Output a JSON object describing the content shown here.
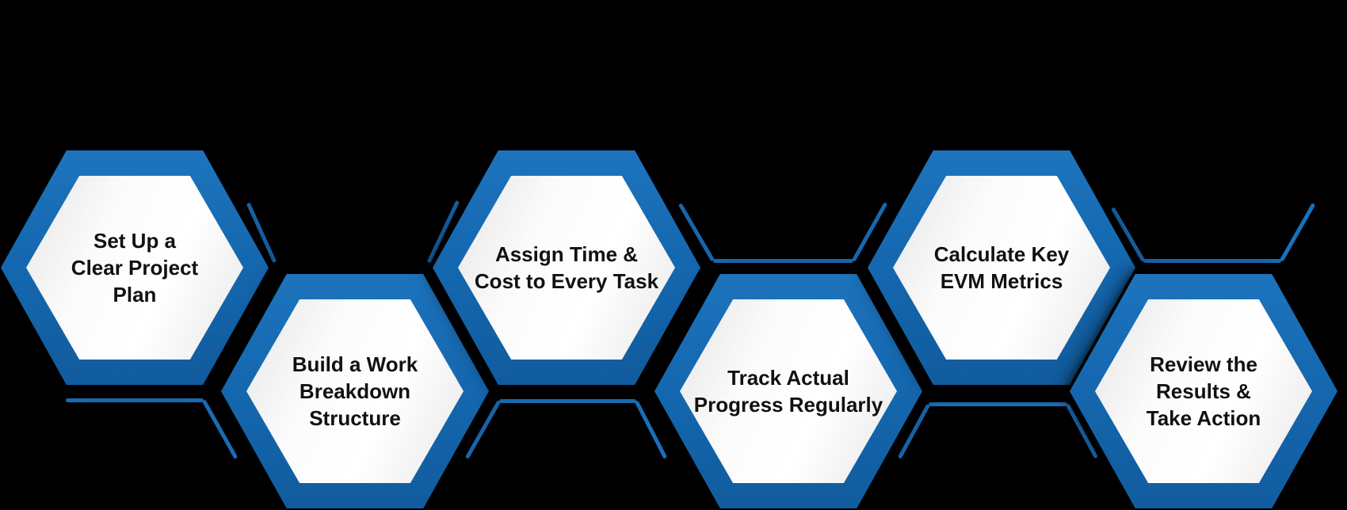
{
  "steps": [
    {
      "label": "Set Up a Clear Project Plan",
      "lines": [
        "Set Up a",
        "Clear Project",
        "Plan"
      ]
    },
    {
      "label": "Build a Work Breakdown Structure",
      "lines": [
        "Build a Work",
        "Breakdown",
        "Structure"
      ]
    },
    {
      "label": "Assign Time & Cost to Every Task",
      "lines": [
        "Assign Time &",
        "Cost to Every Task"
      ]
    },
    {
      "label": "Track Actual Progress Regularly",
      "lines": [
        "Track Actual",
        "Progress Regularly"
      ]
    },
    {
      "label": "Calculate Key EVM Metrics",
      "lines": [
        "Calculate Key",
        "EVM Metrics"
      ]
    },
    {
      "label": "Review the Results & Take Action",
      "lines": [
        "Review the",
        "Results &",
        "Take Action"
      ]
    }
  ],
  "colors": {
    "background": "#000000",
    "hexagon_border_blue": "#1568B0",
    "accent_line_blue": "#1A70BC",
    "label_text": "#111111",
    "interior_highlight": "#FFFFFF",
    "interior_shade": "#E6E6E6"
  }
}
